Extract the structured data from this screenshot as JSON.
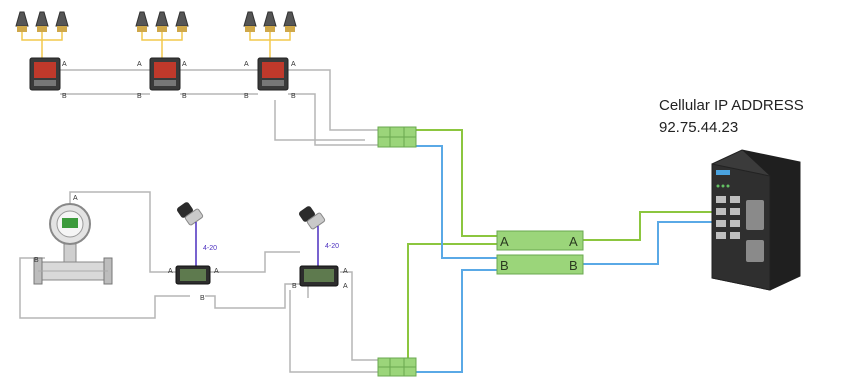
{
  "cellular": {
    "title": "Cellular IP ADDRESS",
    "address": "92.75.44.23"
  },
  "labels": {
    "a": "A",
    "b": "B",
    "signal": "4-20"
  },
  "colors": {
    "wire_a": "#8cc63f",
    "wire_b": "#5aa9e6",
    "wire_gray": "#b5b5b5",
    "wire_yellow": "#f2c94c",
    "signal_wire": "#4b2fbf",
    "terminal_fill": "#9bd57a",
    "terminal_stroke": "#6aa84f",
    "router_body": "#2b2b2b"
  },
  "icons": [
    "sensor-cluster-icon",
    "converter-box-icon",
    "pressure-transducer-icon",
    "panel-meter-icon",
    "flow-meter-icon",
    "terminal-block-icon",
    "cellular-router-icon"
  ]
}
